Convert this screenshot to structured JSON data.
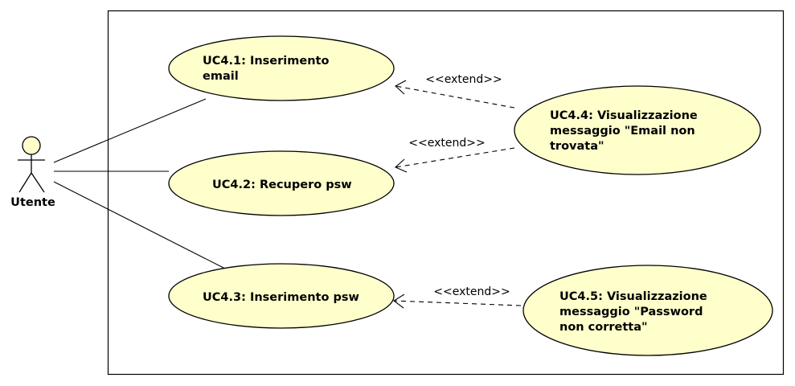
{
  "actor": {
    "label": "Utente",
    "icon": "stick-figure-actor"
  },
  "use_cases": [
    {
      "id": "uc41",
      "lines": [
        "UC4.1: Inserimento",
        "email"
      ]
    },
    {
      "id": "uc42",
      "lines": [
        "UC4.2: Recupero psw"
      ]
    },
    {
      "id": "uc43",
      "lines": [
        "UC4.3: Inserimento psw"
      ]
    },
    {
      "id": "uc44",
      "lines": [
        "UC4.4: Visualizzazione",
        "messaggio \"Email non",
        "trovata\""
      ]
    },
    {
      "id": "uc45",
      "lines": [
        "UC4.5: Visualizzazione",
        "messaggio \"Password",
        "non corretta\""
      ]
    }
  ],
  "extends": [
    {
      "from": "UC4.4",
      "to": "UC4.1",
      "label": "<<extend>>"
    },
    {
      "from": "UC4.4",
      "to": "UC4.2",
      "label": "<<extend>>"
    },
    {
      "from": "UC4.5",
      "to": "UC4.3",
      "label": "<<extend>>"
    }
  ],
  "colors": {
    "use_case_fill": "#ffffcc",
    "stroke": "#000000",
    "background": "#ffffff"
  }
}
